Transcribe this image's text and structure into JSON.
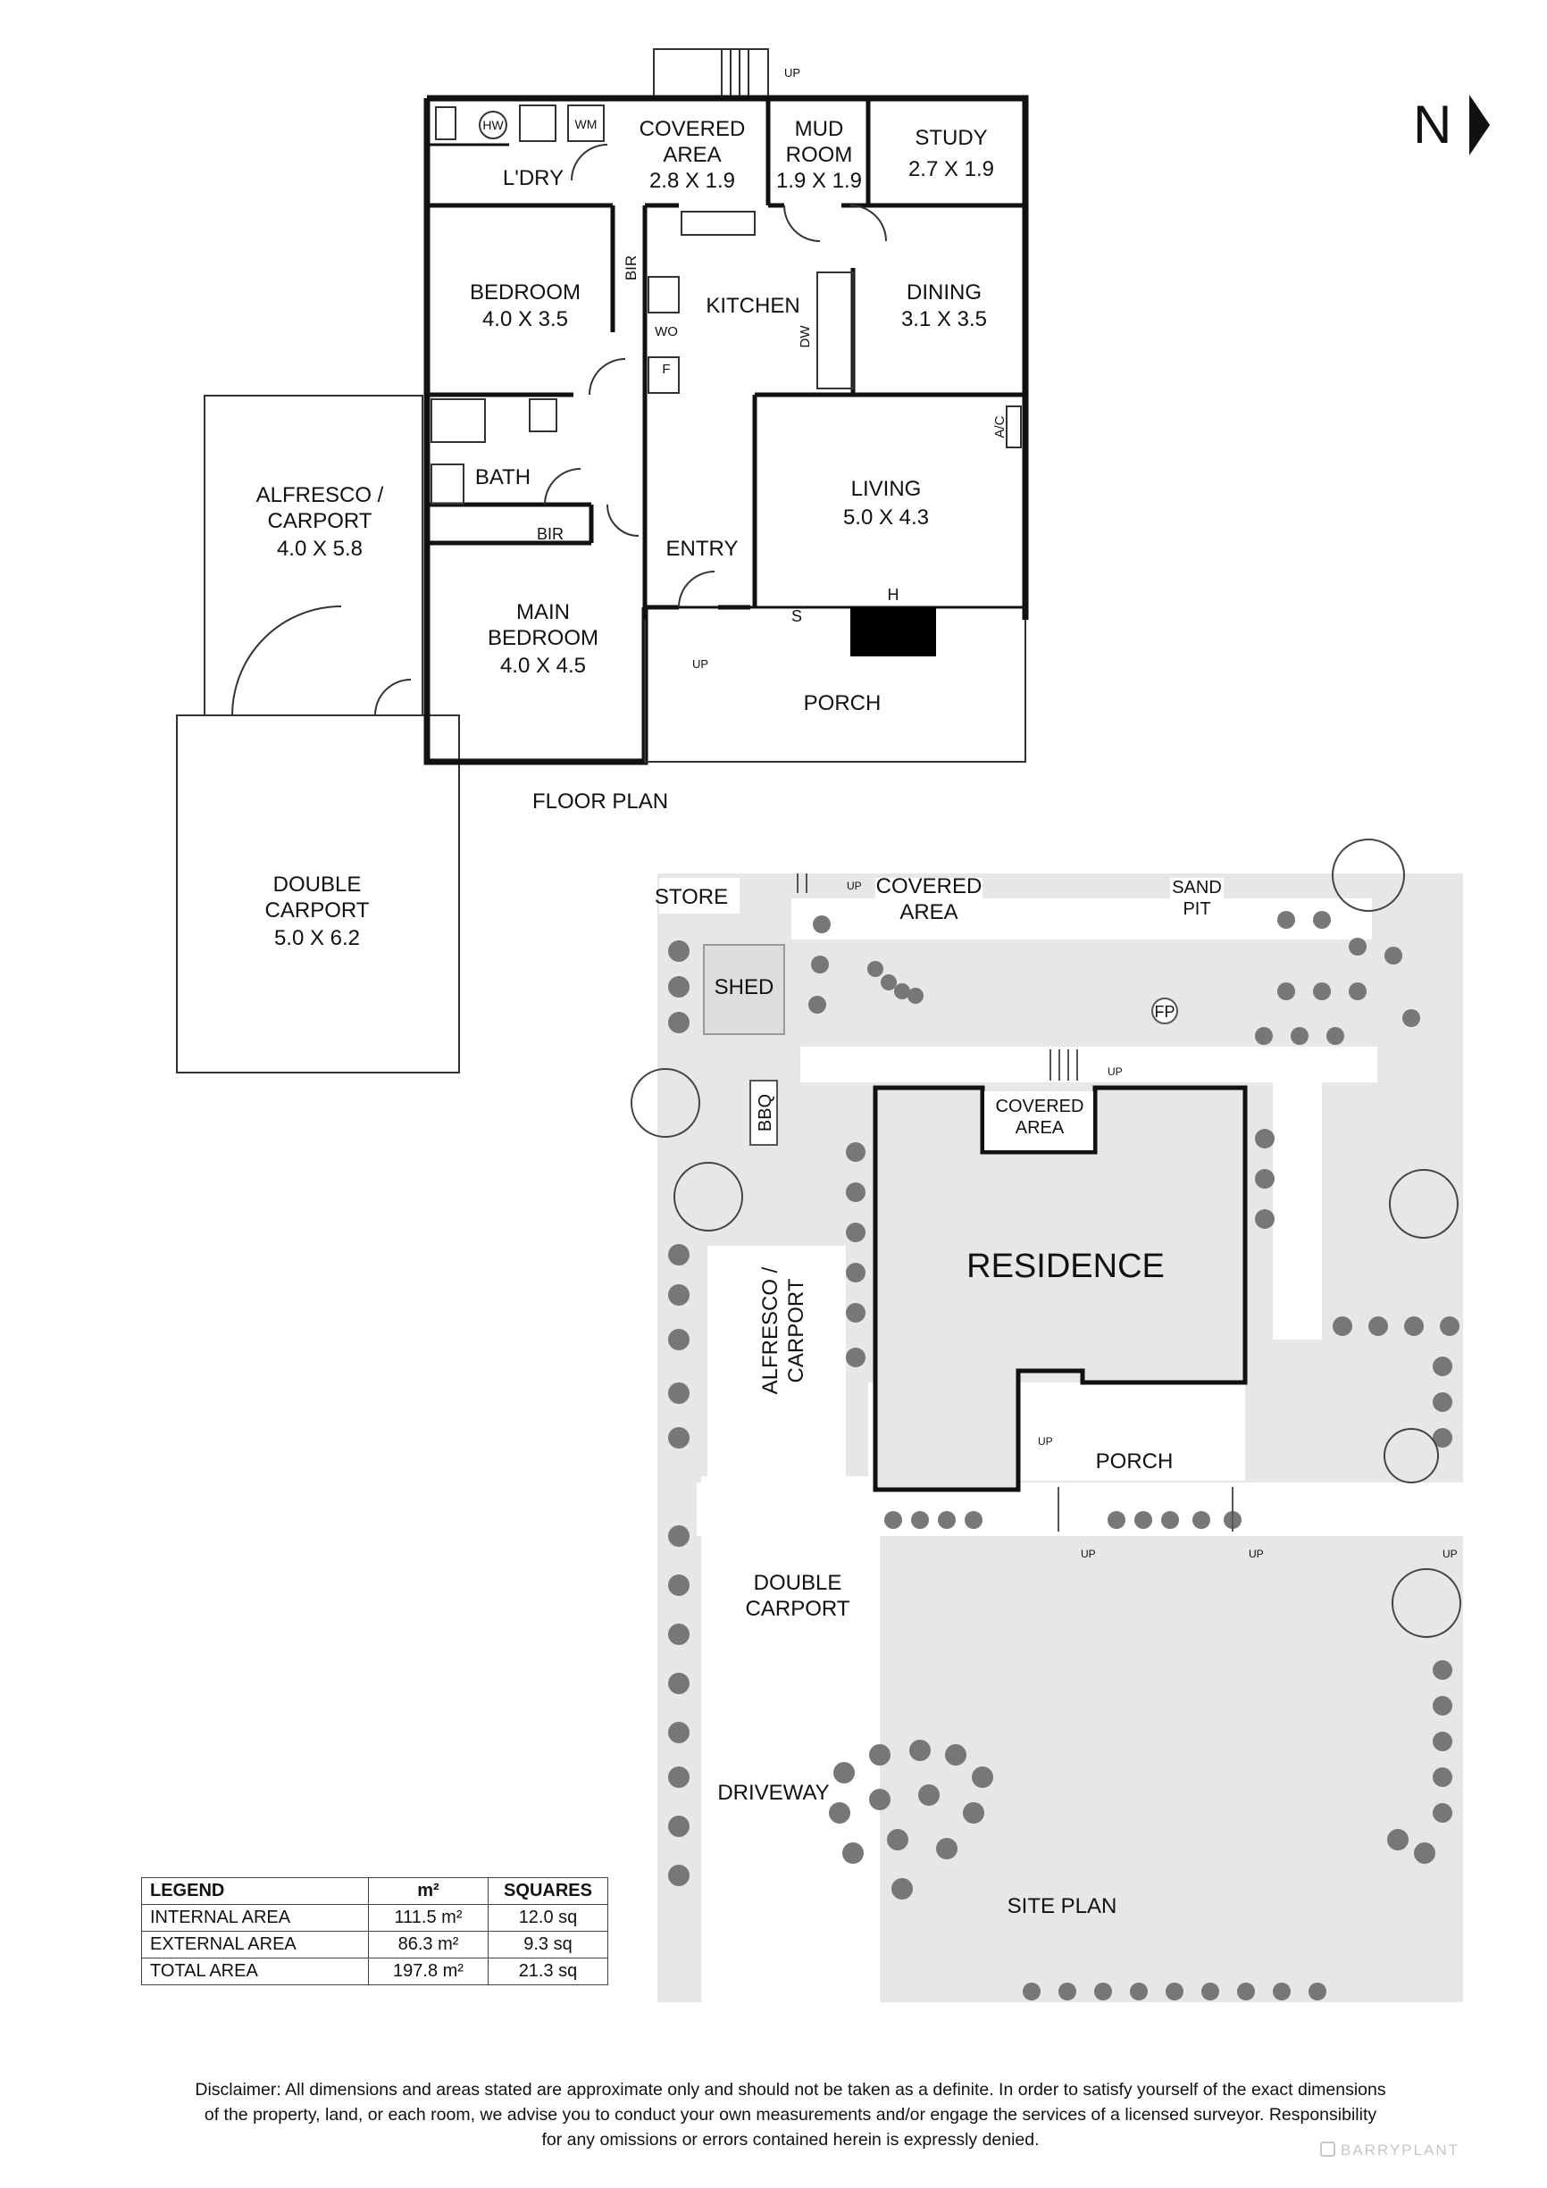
{
  "compass": {
    "label": "N"
  },
  "floor_plan": {
    "title": "FLOOR PLAN",
    "rooms": {
      "covered_area": {
        "name": "COVERED\nAREA",
        "size": "2.8 X 1.9"
      },
      "mud_room": {
        "name": "MUD\nROOM",
        "size": "1.9 X 1.9"
      },
      "study": {
        "name": "STUDY",
        "size": "2.7 X 1.9"
      },
      "laundry": {
        "name": "L'DRY"
      },
      "bedroom": {
        "name": "BEDROOM",
        "size": "4.0 X 3.5"
      },
      "kitchen": {
        "name": "KITCHEN"
      },
      "dining": {
        "name": "DINING",
        "size": "3.1 X 3.5"
      },
      "bath": {
        "name": "BATH"
      },
      "living": {
        "name": "LIVING",
        "size": "5.0 X 4.3"
      },
      "alfresco": {
        "name": "ALFRESCO /\nCARPORT",
        "size": "4.0 X 5.8"
      },
      "entry": {
        "name": "ENTRY"
      },
      "main_bedroom": {
        "name": "MAIN\nBEDROOM",
        "size": "4.0 X 4.5"
      },
      "porch": {
        "name": "PORCH"
      },
      "double_carport": {
        "name": "DOUBLE\nCARPORT",
        "size": "5.0 X 6.2"
      }
    },
    "fixtures": {
      "hw": "HW",
      "wm": "WM",
      "bir": "BIR",
      "wo": "WO",
      "f": "F",
      "dw": "DW",
      "ac": "A/C",
      "s": "S",
      "h": "H",
      "up": "UP"
    }
  },
  "site_plan": {
    "title": "SITE PLAN",
    "labels": {
      "store": "STORE",
      "covered_area_top": "COVERED\nAREA",
      "sand_pit": "SAND\nPIT",
      "shed": "SHED",
      "fp": "FP",
      "bbq": "BBQ",
      "covered_area_house": "COVERED\nAREA",
      "residence": "RESIDENCE",
      "alfresco": "ALFRESCO /\nCARPORT",
      "porch": "PORCH",
      "double_carport": "DOUBLE\nCARPORT",
      "driveway": "DRIVEWAY",
      "up": "UP"
    }
  },
  "legend": {
    "headers": [
      "LEGEND",
      "m²",
      "SQUARES"
    ],
    "rows": [
      [
        "INTERNAL AREA",
        "111.5 m²",
        "12.0 sq"
      ],
      [
        "EXTERNAL AREA",
        "86.3 m²",
        "9.3 sq"
      ],
      [
        "TOTAL AREA",
        "197.8 m²",
        "21.3 sq"
      ]
    ]
  },
  "disclaimer": {
    "line1": "Disclaimer: All dimensions and areas stated are approximate only and should not be taken as a definite. In order to satisfy yourself of the exact dimensions",
    "line2": "of the property, land, or each room, we advise you to conduct your own measurements and/or engage the services of a licensed surveyor. Responsibility",
    "line3": "for any omissions or errors contained herein is expressly denied."
  },
  "watermark": "BARRYPLANT",
  "colors": {
    "wall": "#111111",
    "site_fill": "#e6e7e8",
    "lawn": "#dcdddf",
    "fireplace": "#000000"
  }
}
